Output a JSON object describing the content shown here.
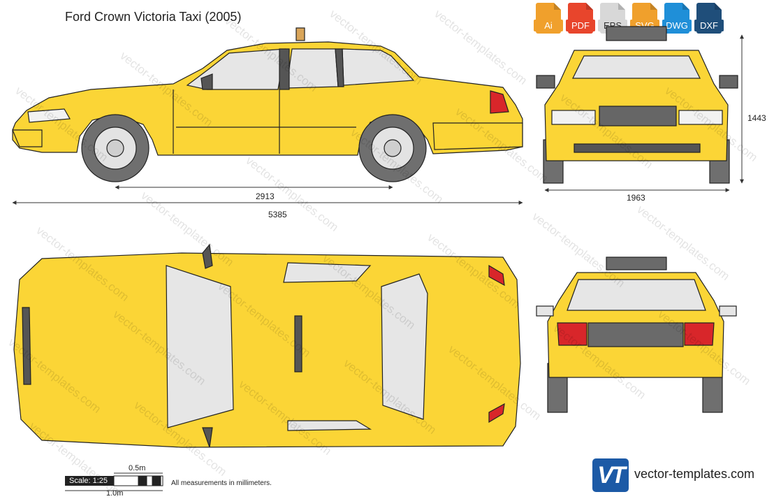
{
  "title": "Ford Crown Victoria Taxi (2005)",
  "formats": [
    {
      "label": "Ai",
      "color": "#f0a02c"
    },
    {
      "label": "PDF",
      "color": "#e8452c"
    },
    {
      "label": "EPS",
      "color": "#d8d8d8"
    },
    {
      "label": "SVG",
      "color": "#f0a02c"
    },
    {
      "label": "DWG",
      "color": "#1f8fd8"
    },
    {
      "label": "DXF",
      "color": "#1f4e7a"
    }
  ],
  "dimensions": {
    "wheelbase": "2913",
    "length": "5385",
    "height": "1443",
    "width": "1963"
  },
  "scale": {
    "label": "Scale: 1:25",
    "half_meter": "0.5m",
    "one_meter": "1.0m",
    "note": "All measurements in millimeters."
  },
  "watermark_text": "vector-templates.com",
  "brand": {
    "logo": "VT",
    "site": "vector-templates.com",
    "color": "#1c5aa6"
  },
  "colors": {
    "body": "#fbd536",
    "outline": "#222222",
    "glass": "#e6e6e6",
    "tire": "#6f6f6f",
    "trim": "#555555",
    "taillight": "#d8262a"
  }
}
